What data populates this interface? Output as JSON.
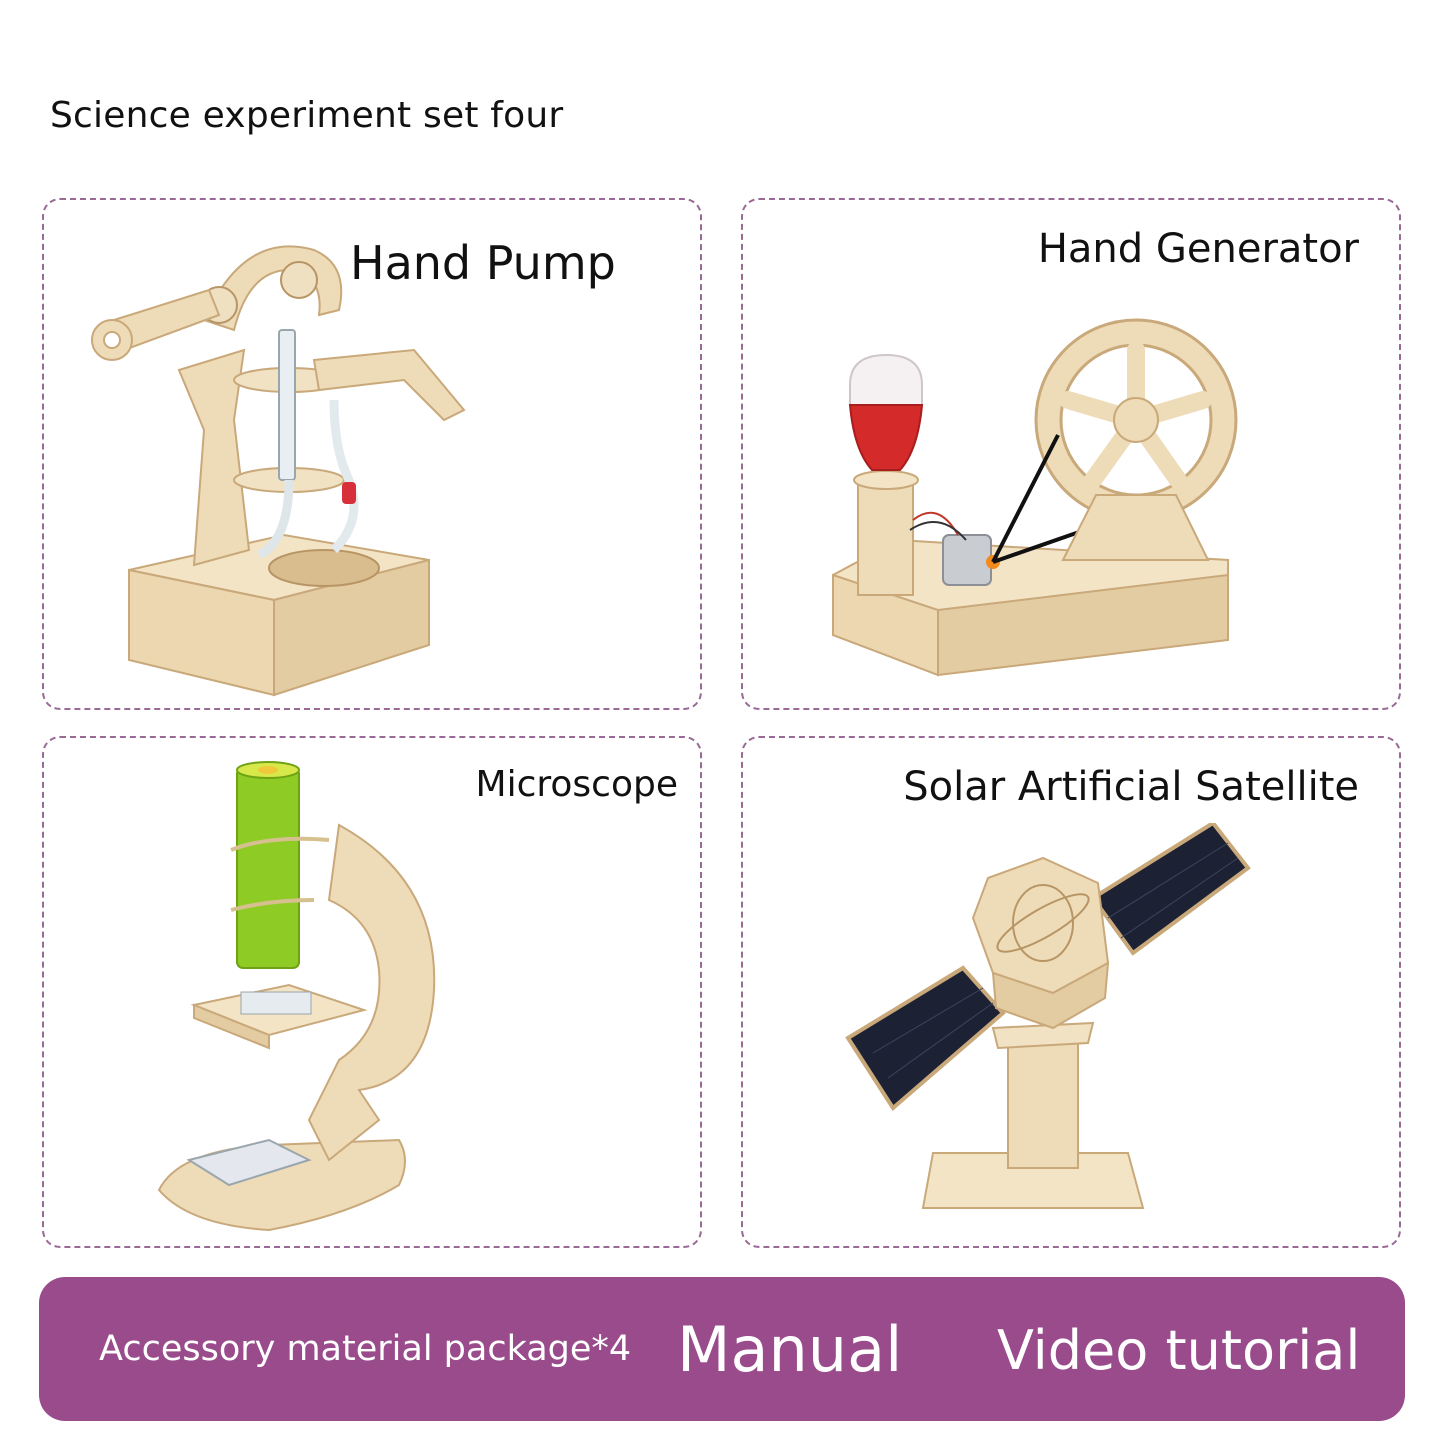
{
  "heading": "Science experiment set four",
  "products": [
    {
      "title": "Hand Pump"
    },
    {
      "title": "Hand Generator"
    },
    {
      "title": "Microscope"
    },
    {
      "title": "Solar Artificial Satellite"
    }
  ],
  "banner": {
    "items": [
      "Accessory material package*4",
      "Manual",
      "Video tutorial"
    ]
  },
  "colors": {
    "accent": "#994b8b",
    "border": "#9a6a96",
    "wood": "#eedcb8",
    "wood_edge": "#c9a87a",
    "bulb_red": "#d42a2a",
    "tube_green": "#8ecb24",
    "solar_panel": "#1c2233"
  }
}
